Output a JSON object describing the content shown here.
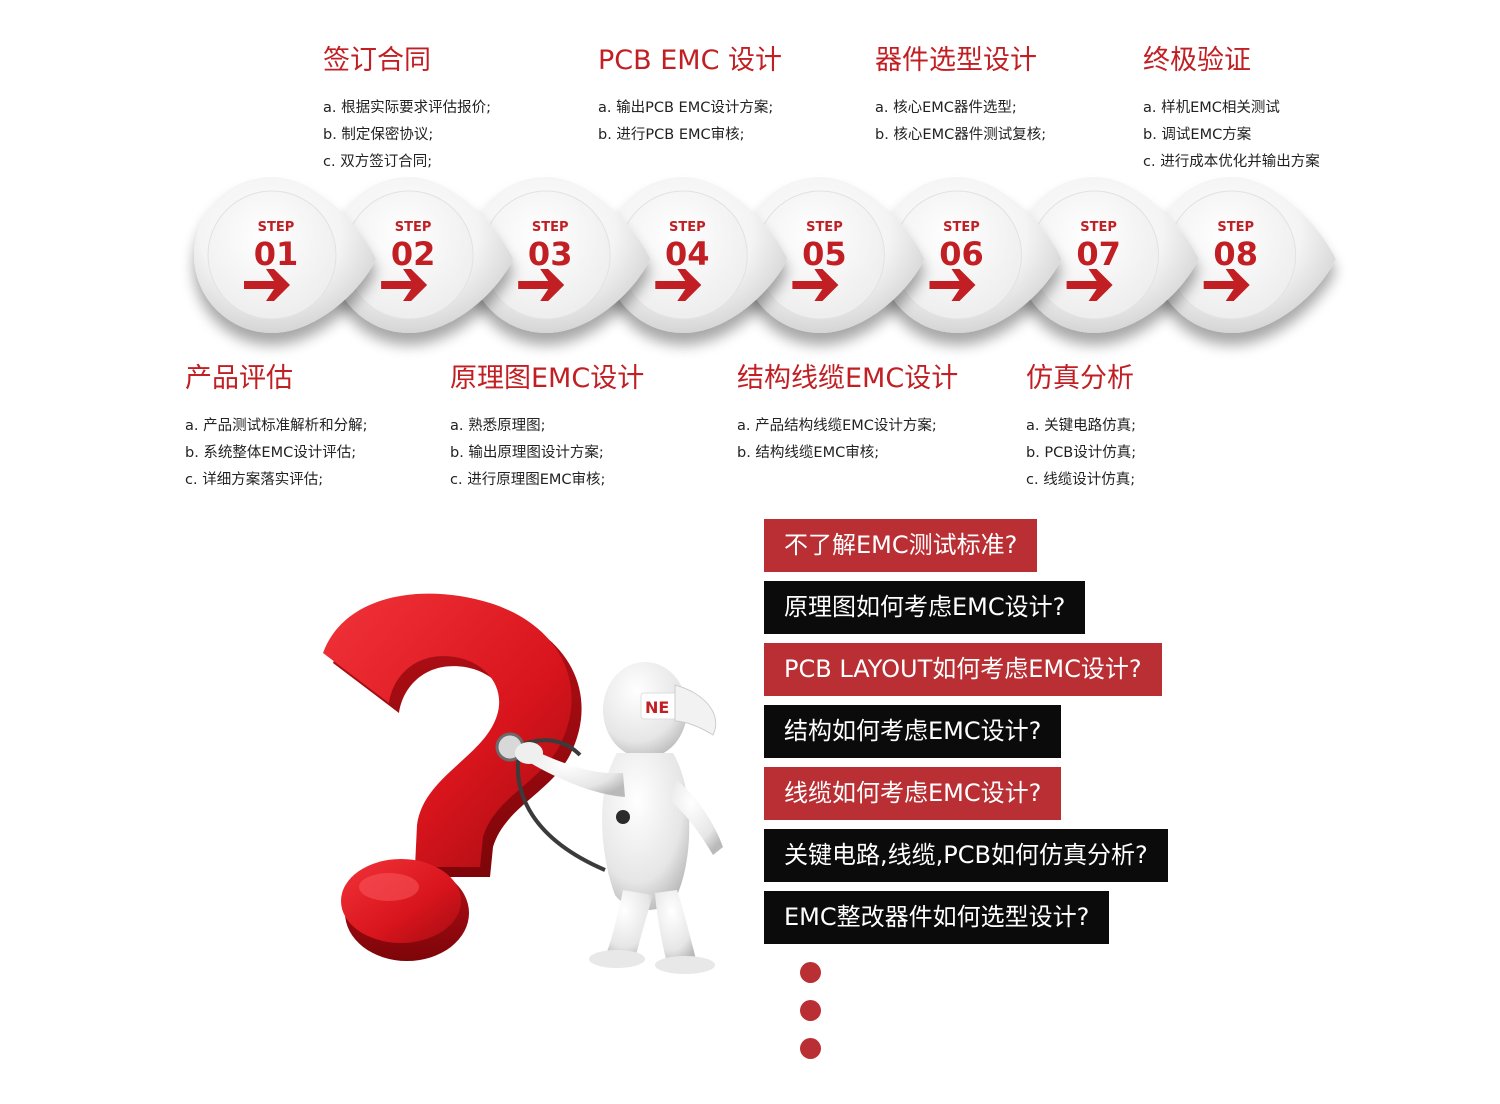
{
  "colors": {
    "accent_red": "#c11f23",
    "box_red": "#b92f34",
    "box_black": "#0b0b0b"
  },
  "blocks_top": [
    {
      "title": "签订合同",
      "items": [
        "a. 根据实际要求评估报价;",
        "b. 制定保密协议;",
        "c. 双方签订合同;"
      ]
    },
    {
      "title": "PCB EMC 设计",
      "items": [
        "a. 输出PCB EMC设计方案;",
        "b. 进行PCB EMC审核;"
      ]
    },
    {
      "title": "器件选型设计",
      "items": [
        "a. 核心EMC器件选型;",
        "b. 核心EMC器件测试复核;"
      ]
    },
    {
      "title": "终极验证",
      "items": [
        "a. 样机EMC相关测试",
        "b. 调试EMC方案",
        "c. 进行成本优化并输出方案"
      ]
    }
  ],
  "blocks_bottom": [
    {
      "title": "产品评估",
      "items": [
        "a. 产品测试标准解析和分解;",
        "b. 系统整体EMC设计评估;",
        "c. 详细方案落实评估;"
      ]
    },
    {
      "title": "原理图EMC设计",
      "items": [
        "a. 熟悉原理图;",
        "b. 输出原理图设计方案;",
        "c. 进行原理图EMC审核;"
      ]
    },
    {
      "title": "结构线缆EMC设计",
      "items": [
        "a. 产品结构线缆EMC设计方案;",
        "b. 结构线缆EMC审核;"
      ]
    },
    {
      "title": "仿真分析",
      "items": [
        "a. 关键电路仿真;",
        "b. PCB设计仿真;",
        "c. 线缆设计仿真;"
      ]
    }
  ],
  "steps": [
    {
      "label": "STEP",
      "num": "01",
      "icon": "arrow-right-icon"
    },
    {
      "label": "STEP",
      "num": "02",
      "icon": "arrow-right-icon"
    },
    {
      "label": "STEP",
      "num": "03",
      "icon": "arrow-right-icon"
    },
    {
      "label": "STEP",
      "num": "04",
      "icon": "arrow-right-icon"
    },
    {
      "label": "STEP",
      "num": "05",
      "icon": "arrow-right-icon"
    },
    {
      "label": "STEP",
      "num": "06",
      "icon": "arrow-right-icon"
    },
    {
      "label": "STEP",
      "num": "07",
      "icon": "arrow-right-icon"
    },
    {
      "label": "STEP",
      "num": "08",
      "icon": "arrow-right-icon"
    }
  ],
  "questions": [
    {
      "text": "不了解EMC测试标准?",
      "style": "red"
    },
    {
      "text": "原理图如何考虑EMC设计?",
      "style": "black"
    },
    {
      "text": "PCB LAYOUT如何考虑EMC设计?",
      "style": "red"
    },
    {
      "text": "结构如何考虑EMC设计?",
      "style": "black"
    },
    {
      "text": "线缆如何考虑EMC设计?",
      "style": "red"
    },
    {
      "text": "关键电路,线缆,PCB如何仿真分析?",
      "style": "black"
    },
    {
      "text": "EMC整改器件如何选型设计?",
      "style": "black"
    }
  ],
  "illustration": {
    "icons": [
      "question-mark-icon",
      "doctor-figure-icon",
      "stethoscope-icon"
    ],
    "logo_text": "NE"
  }
}
